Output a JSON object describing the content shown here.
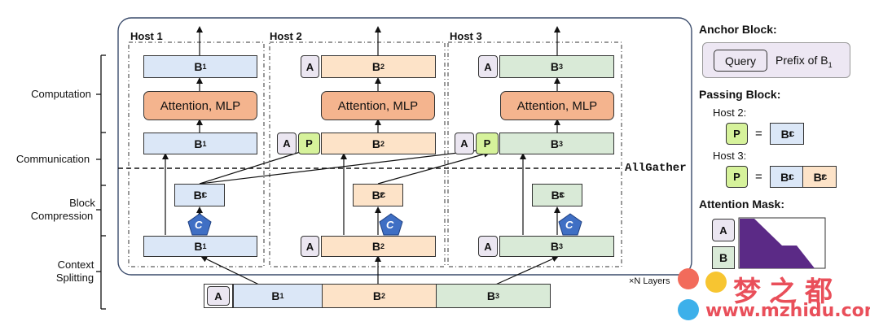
{
  "stages": [
    "Computation",
    "Communication",
    "Block",
    "Compression",
    "Context",
    "Splitting"
  ],
  "hosts": [
    "Host 1",
    "Host 2",
    "Host 3"
  ],
  "blocks": {
    "b1": "B",
    "b2": "B",
    "b3": "B",
    "sub1": "1",
    "sub2": "2",
    "sub3": "3",
    "sup_c": "C"
  },
  "attention_label": "Attention, MLP",
  "anchor_label": "A",
  "passing_label": "P",
  "compress_icon": "C",
  "allgather": "AllGather",
  "layers": "×N Layers",
  "right": {
    "anchor_title": "Anchor Block:",
    "query": "Query",
    "prefix": "Prefix of B",
    "passing_title": "Passing Block:",
    "host2": "Host 2:",
    "host3": "Host 3:",
    "eq": "=",
    "mask_title": "Attention Mask:",
    "mask_a": "A",
    "mask_b": "B"
  },
  "watermark": {
    "cn": "梦之都",
    "url": "www.mzhidu.com"
  },
  "colors": {
    "blue": "#dbe7f7",
    "orange": "#fde3c8",
    "green": "#d9ead7",
    "attention": "#f4b48e",
    "passing": "#d6f29b",
    "anchor": "#ebe6f1",
    "compress": "#3f6fc4",
    "mask": "#5b2a86"
  }
}
